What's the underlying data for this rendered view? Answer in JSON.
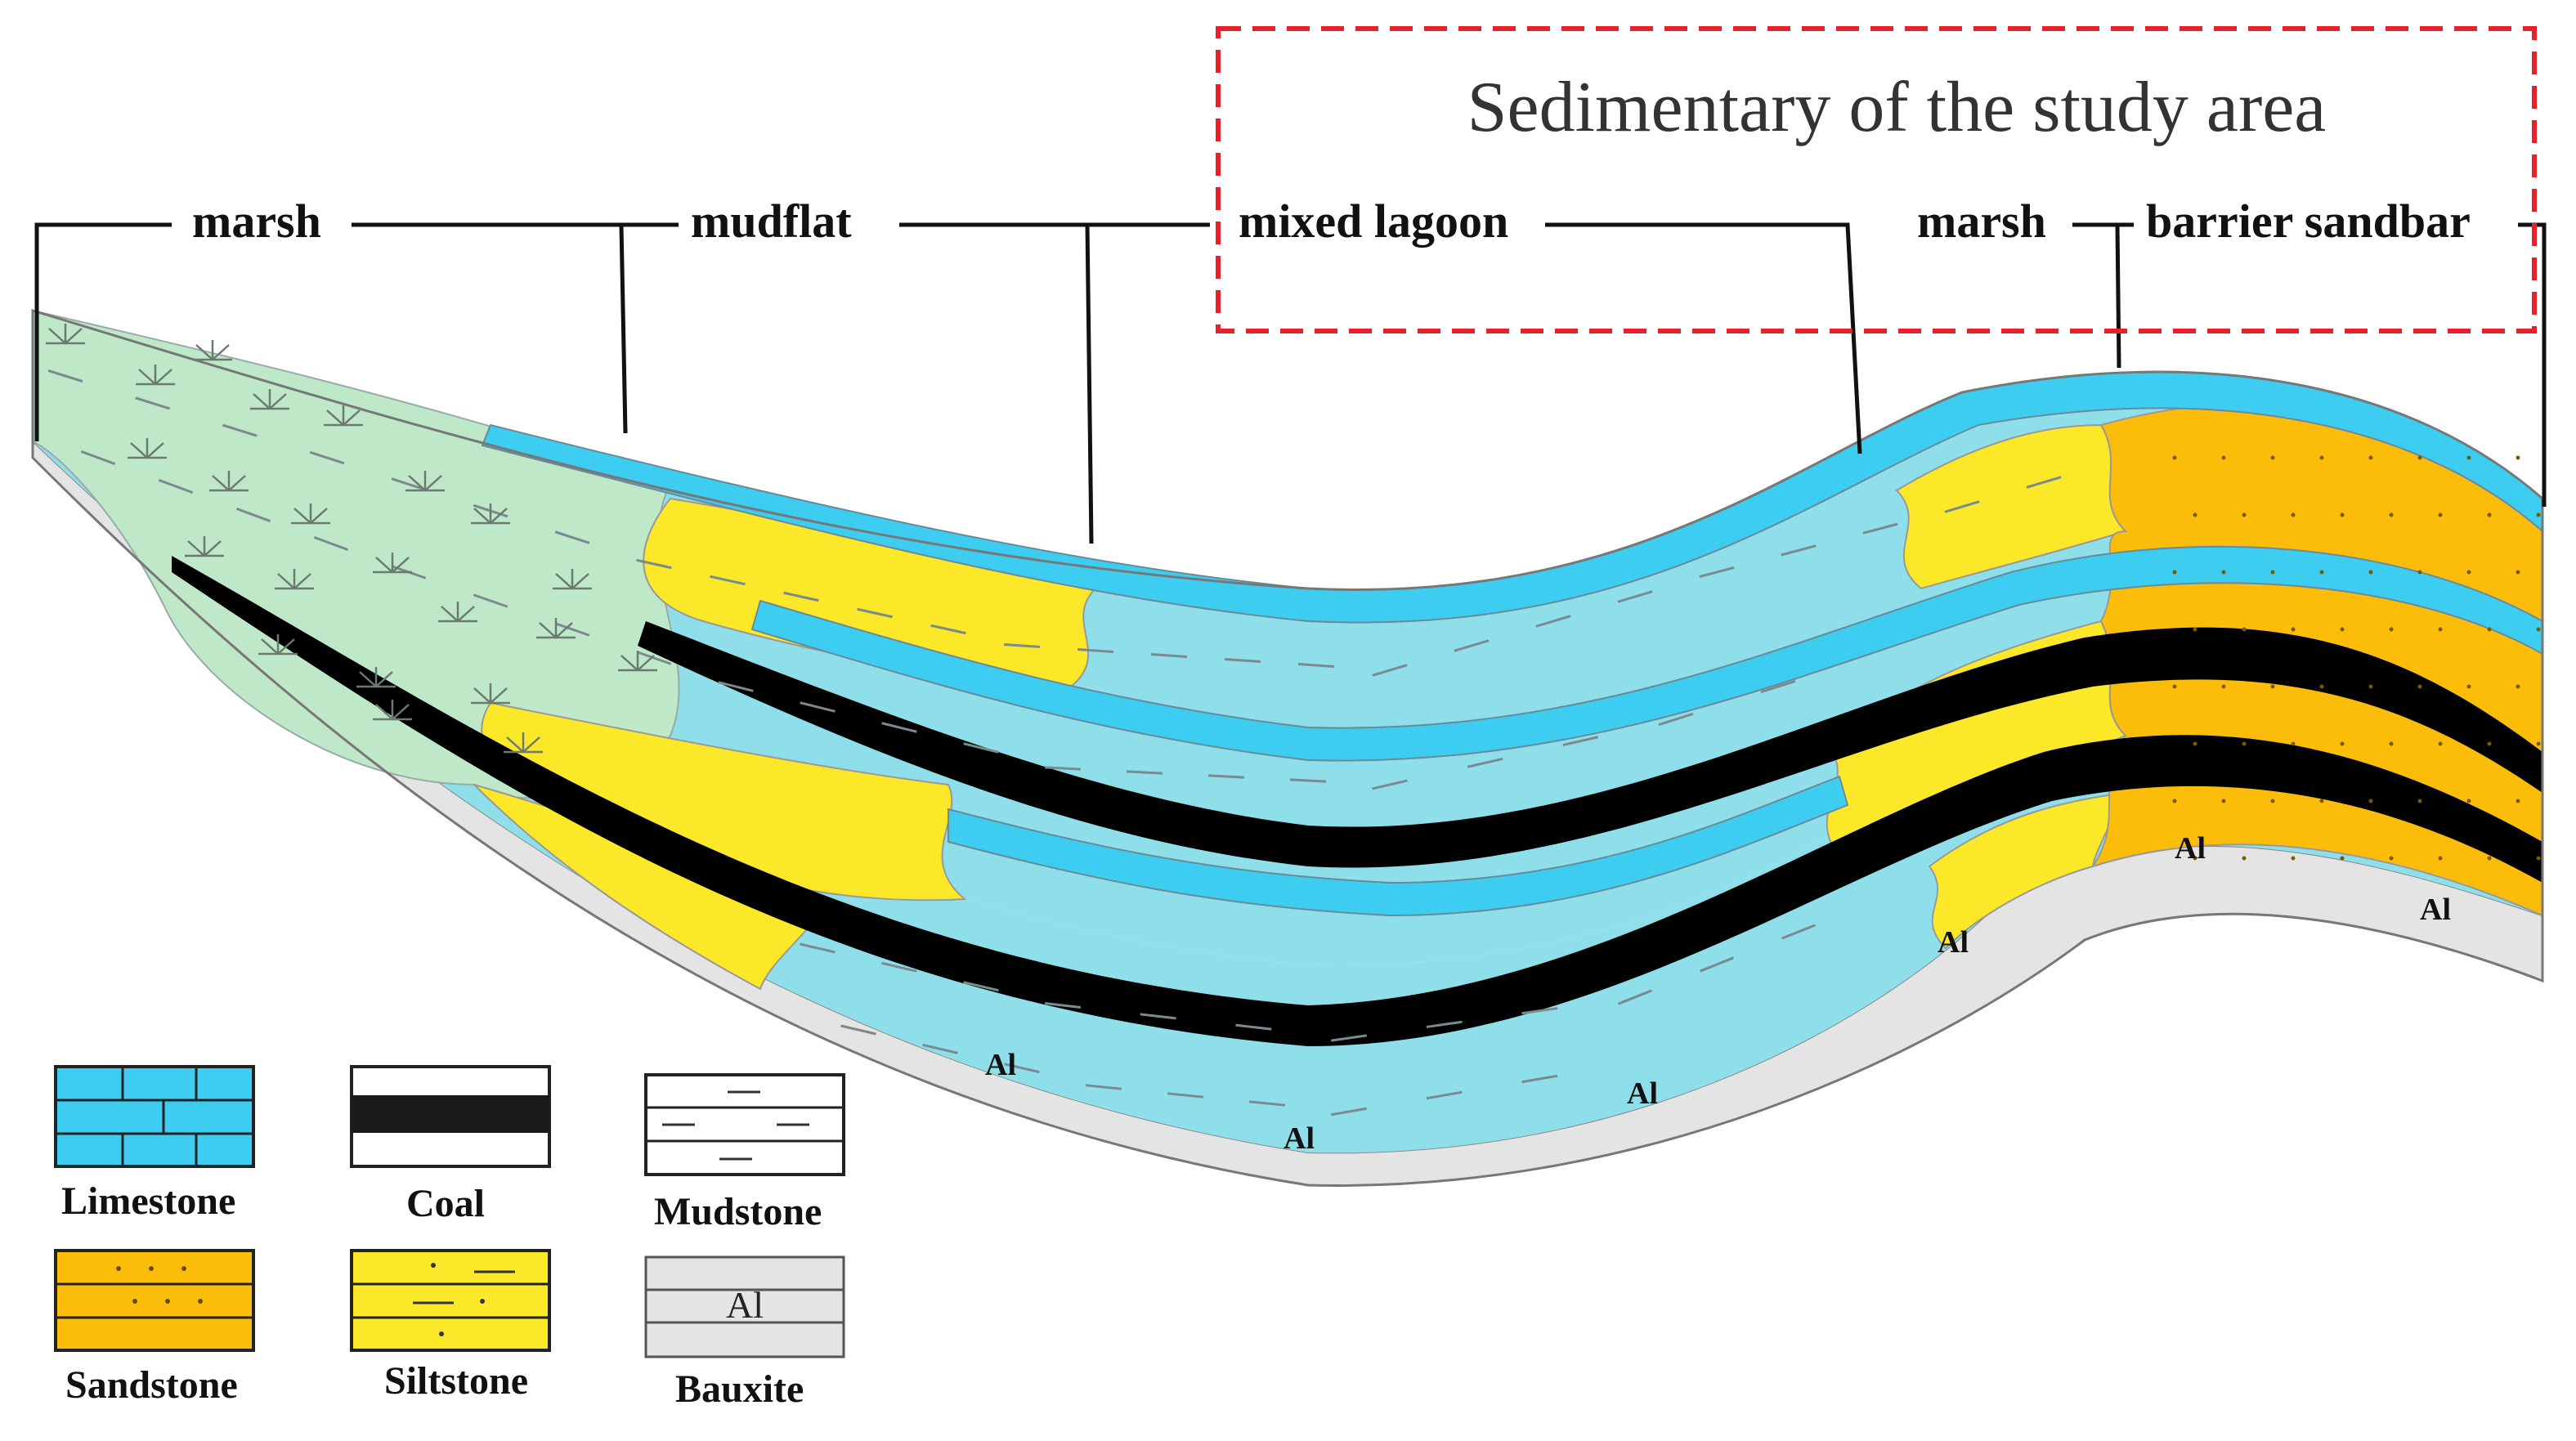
{
  "title": "Sedimentary of the study area",
  "environments": [
    {
      "id": "marsh-left",
      "label": "marsh"
    },
    {
      "id": "mudflat",
      "label": "mudflat"
    },
    {
      "id": "mixed-lagoon",
      "label": "mixed lagoon"
    },
    {
      "id": "marsh-right",
      "label": "marsh"
    },
    {
      "id": "barrier-sandbar",
      "label": "barrier sandbar"
    }
  ],
  "bauxite_labels": [
    "Al",
    "Al",
    "Al",
    "Al",
    "Al",
    "Al"
  ],
  "legend": [
    {
      "id": "limestone",
      "label": "Limestone",
      "color": "#3dcdf0"
    },
    {
      "id": "coal",
      "label": "Coal",
      "color": "#1a1a1a"
    },
    {
      "id": "mudstone",
      "label": "Mudstone",
      "color": "#ffffff"
    },
    {
      "id": "sandstone",
      "label": "Sandstone",
      "color": "#fcbd0a"
    },
    {
      "id": "siltstone",
      "label": "Siltstone",
      "color": "#fbe829"
    },
    {
      "id": "bauxite",
      "label": "Bauxite",
      "color": "#e4e4e4",
      "symbol": "Al"
    }
  ],
  "colors": {
    "marsh": "#bfe8c8",
    "mudstone_fill": "#8fdfea",
    "limestone": "#3dcdf0",
    "siltstone": "#fbe829",
    "sandstone": "#fcbd0a",
    "coal": "#000000",
    "bauxite": "#e4e4e4",
    "highlight_box": "#e8202a"
  }
}
